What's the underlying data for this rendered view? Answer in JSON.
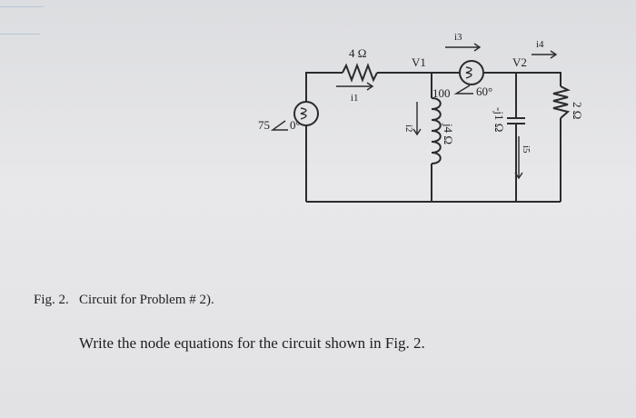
{
  "figure": {
    "label": "Fig. 2.",
    "caption": "Circuit for Problem # 2)."
  },
  "question": "Write the node equations for the circuit shown in Fig. 2.",
  "circuit": {
    "source_left": {
      "value": "75",
      "angle": "0°",
      "unit": ""
    },
    "source_top": {
      "value": "100",
      "angle": "60°",
      "unit": ""
    },
    "resistor_series": "4 Ω",
    "resistor_right": "2 Ω",
    "inductor": "j4 Ω",
    "capacitor": "-j1 Ω",
    "node_1": "V1",
    "node_2": "V2",
    "currents": {
      "i1": "i1",
      "i2": "i2",
      "i3": "i3",
      "i4": "i4",
      "i5": "i5"
    }
  },
  "colors": {
    "ink": "#2b2b2b",
    "paper": "#e4e4e6",
    "ruling": "#b8c4d4"
  }
}
